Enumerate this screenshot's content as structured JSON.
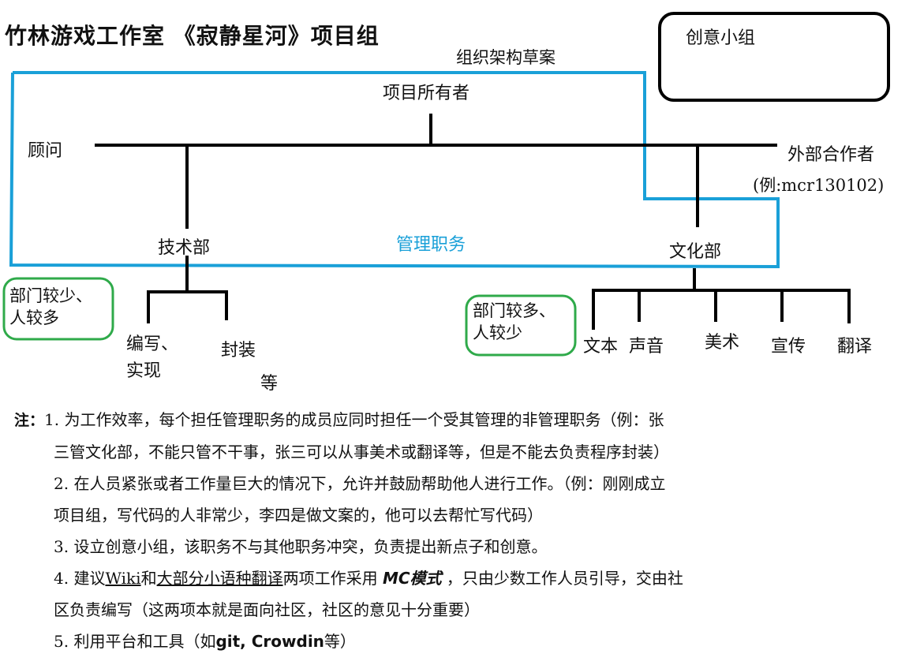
{
  "title": "竹林游戏工作室 《寂静星河》项目组",
  "subtitle": "组织架构草案",
  "creative_box": "创意小组",
  "nodes": {
    "owner": "项目所有者",
    "advisor": "顾问",
    "external": "外部合作者",
    "external_example": "(例:mcr130102)",
    "tech": "技术部",
    "culture": "文化部",
    "management": "管理职务"
  },
  "tech_children": {
    "write": "编写、\n实现",
    "package": "封装",
    "etc": "等"
  },
  "culture_children": [
    "文本",
    "声音",
    "美术",
    "宣传",
    "翻译"
  ],
  "side_notes": {
    "left": "部门较少、\n人较多",
    "right": "部门较多、\n人较少"
  },
  "notes": {
    "prefix": "注：",
    "n1a": "1. 为工作效率，每个担任管理职务的成员应同时担任一个受其管理的非管理职务（例：张",
    "n1b": "三管文化部，不能只管不干事，张三可以从事美术或翻译等，但是不能去负责程序封装）",
    "n2a": "2. 在人员紧张或者工作量巨大的情况下，允许并鼓励帮助他人进行工作。（例：刚刚成立",
    "n2b": "项目组，写代码的人非常少，李四是做文案的，他可以去帮忙写代码）",
    "n3": "3. 设立创意小组，该职务不与其他职务冲突，负责提出新点子和创意。",
    "n4_pre": "4. 建议",
    "n4_wiki": "Wiki",
    "n4_and": "和",
    "n4_translate": "大部分小语种翻译",
    "n4_mid": "两项工作采用 ",
    "n4_mc": "MC模式",
    "n4_post": " ，只由少数工作人员引导，交由社",
    "n4b": "区负责编写（这两项本就是面向社区，社区的意见十分重要）",
    "n5_pre": "5. 利用平台和工具（如",
    "n5_tools": "git, Crowdin",
    "n5_post": "等）"
  },
  "colors": {
    "management_box": "#1aa0d8",
    "side_note_box": "#2faa4a",
    "line": "#000000"
  }
}
